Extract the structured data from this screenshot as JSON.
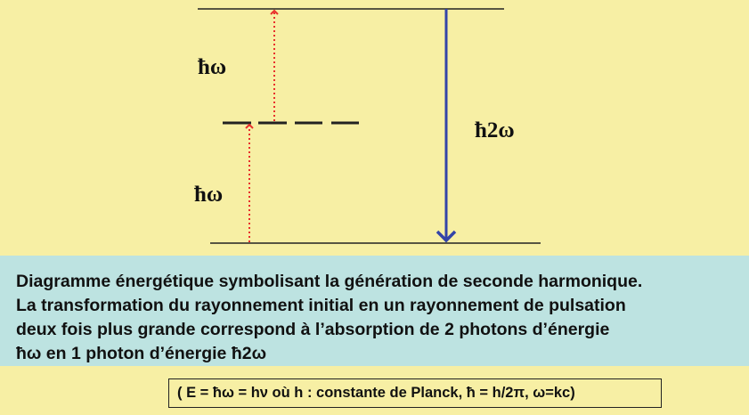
{
  "diagram": {
    "labels": {
      "upper_photon": "ħω",
      "lower_photon": "ħω",
      "emitted_photon": "ħ2ω"
    },
    "colors": {
      "absorption_arrow": "#e8302c",
      "emission_arrow": "#3344a8",
      "levels": "#222222",
      "background": "#f7efa4"
    }
  },
  "caption": {
    "lines": [
      "Diagramme énergétique symbolisant la génération de seconde harmonique.",
      "La transformation du rayonnement initial en un rayonnement de pulsation",
      "deux fois plus grande correspond à l’absorption de 2 photons d’énergie",
      "ħω  en 1 photon d’énergie ħ2ω"
    ],
    "background": "#bde3e1"
  },
  "formula": {
    "text": "( E = ħω = hν où  h : constante de Planck, ħ = h/2π, ω=kc)"
  }
}
